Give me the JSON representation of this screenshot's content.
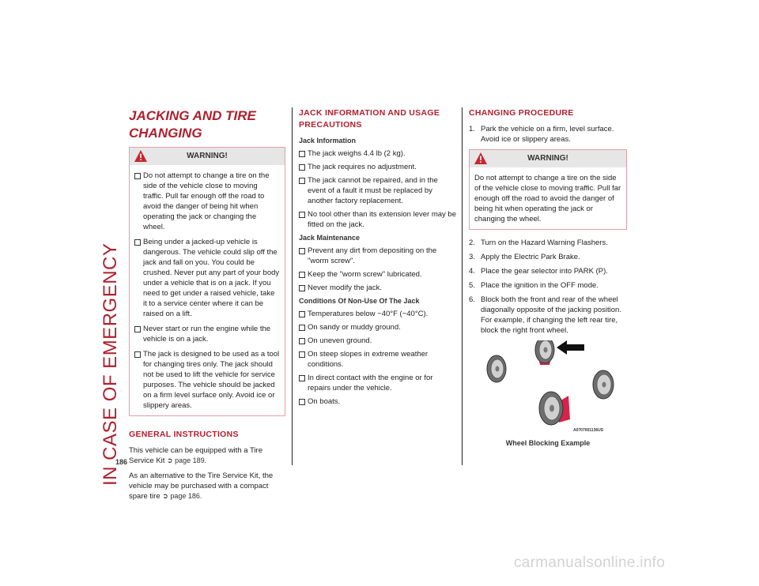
{
  "side_title": "IN CASE OF EMERGENCY",
  "page_number": "186",
  "col1": {
    "title_line1": "JACKING AND TIRE",
    "title_line2": "CHANGING",
    "warning": {
      "label": "WARNING!",
      "items": [
        "Do not attempt to change a tire on the side of the vehicle close to moving traffic. Pull far enough off the road to avoid the danger of being hit when operating the jack or changing the wheel.",
        "Being under a jacked-up vehicle is dangerous. The vehicle could slip off the jack and fall on you. You could be crushed. Never put any part of your body under a vehicle that is on a jack. If you need to get under a raised vehicle, take it to a service center where it can be raised on a lift.",
        "Never start or run the engine while the vehicle is on a jack.",
        "The jack is designed to be used as a tool for changing tires only. The jack should not be used to lift the vehicle for service purposes. The vehicle should be jacked on a firm level surface only. Avoid ice or slippery areas."
      ]
    },
    "general_title": "GENERAL INSTRUCTIONS",
    "para1": "This vehicle can be equipped with a Tire Service Kit",
    "para1_ref": "page 189.",
    "para2": "As an alternative to the Tire Service Kit, the vehicle may be purchased with a compact spare tire",
    "para2_ref": "page 186."
  },
  "col2": {
    "title_line1": "JACK INFORMATION AND USAGE",
    "title_line2": "PRECAUTIONS",
    "jack_info_label": "Jack Information",
    "jack_info": [
      "The jack weighs 4.4 lb (2 kg).",
      "The jack requires no adjustment.",
      "The jack cannot be repaired, and in the event of a fault it must be replaced by another factory replacement.",
      "No tool other than its extension lever may be fitted on the jack."
    ],
    "maintenance_label": "Jack Maintenance",
    "maintenance": [
      "Prevent any dirt from depositing on the \"worm screw\".",
      "Keep the \"worm screw\" lubricated.",
      "Never modify the jack."
    ],
    "non_use_label": "Conditions Of Non-Use Of The Jack",
    "non_use": [
      "Temperatures below −40°F (−40°C).",
      "On sandy or muddy ground.",
      "On uneven ground.",
      "On steep slopes in extreme weather conditions.",
      "In direct contact with the engine or for repairs under the vehicle.",
      "On boats."
    ]
  },
  "col3": {
    "title": "CHANGING PROCEDURE",
    "step1": "Park the vehicle on a firm, level surface. Avoid ice or slippery areas.",
    "warning_label": "WARNING!",
    "warning_text": "Do not attempt to change a tire on the side of the vehicle close to moving traffic. Pull far enough off the road to avoid the danger of being hit when operating the jack or changing the wheel.",
    "steps": [
      {
        "num": "2.",
        "text": "Turn on the Hazard Warning Flashers."
      },
      {
        "num": "3.",
        "text": "Apply the Electric Park Brake."
      },
      {
        "num": "4.",
        "text": "Place the gear selector into PARK (P)."
      },
      {
        "num": "5.",
        "text": "Place the ignition in the OFF mode."
      },
      {
        "num": "6.",
        "text": "Block both the front and rear of the wheel diagonally opposite of the jacking position. For example, if changing the left rear tire, block the right front wheel."
      }
    ],
    "figure_code": "A0707001136US",
    "figure_caption": "Wheel Blocking Example"
  },
  "watermark": "carmanualsonline.info",
  "colors": {
    "accent": "#b0202e",
    "warning_border": "#e3a0a3",
    "warning_head": "#e6e6e6"
  }
}
